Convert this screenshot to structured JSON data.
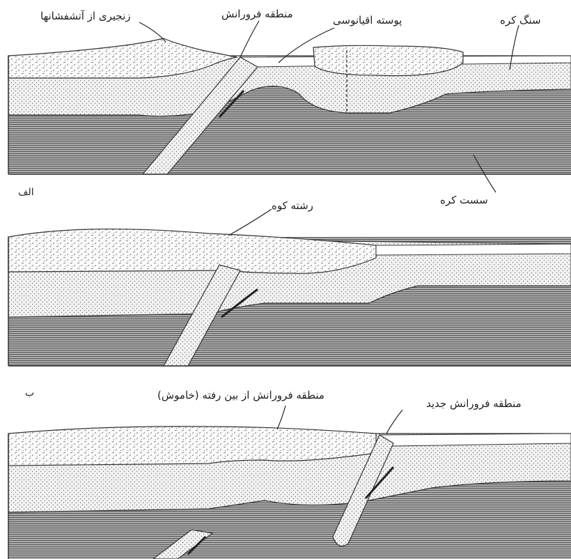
{
  "panels": [
    {
      "letter": "الف",
      "labels": {
        "volcano_chain": "زنجیری از آتشفشانها",
        "subduction_zone": "منطقه فرورانش",
        "oceanic_crust": "پوسته اقیانوسی",
        "lithosphere": "سنگ کره",
        "asthenosphere": "سست کره"
      }
    },
    {
      "letter": "ب",
      "labels": {
        "mountain_range": "رشته کوه"
      }
    },
    {
      "letter": "",
      "labels": {
        "extinct_subduction": "منطقه فرورانش از بین رفته (خاموش)",
        "new_subduction": "منطقه فرورانش جدید"
      }
    }
  ],
  "colors": {
    "ink": "#222222",
    "asthenosphere": "#8a8a8a",
    "lithosphere": "#d9d9d9",
    "continental_crust": "#eeeeee"
  }
}
